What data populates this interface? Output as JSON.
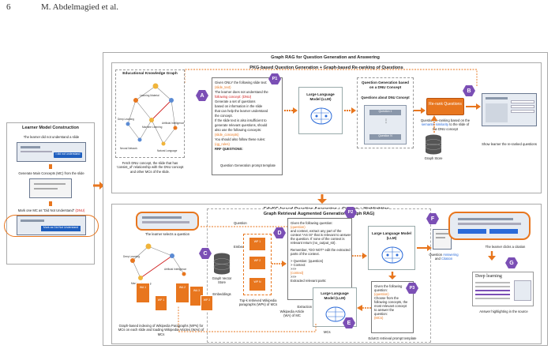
{
  "page_header": {
    "page_number": "6",
    "authors": "M. Abdelmagied et al."
  },
  "learner": {
    "title": "Learner Model Construction",
    "step1": "The learner did not understand a slide",
    "step2": "Generate Main Concepts (MC) from the slide",
    "step3": "Mark one MC as “Did Not Understand”",
    "step3_tag": "(DNU)"
  },
  "graphrag": {
    "title": "Graph RAG for Question Generation and Answering"
  },
  "pkg": {
    "title": "PKG-based Question Generation + Graph-based Re-ranking of Questions",
    "ekg_title": "Educational Knowledge Graph",
    "ekg_caption": "Fetch DNU concept, the slide that has ‘consist_of’ relationship with the DNU concept and other MCs of the slide.",
    "prompt_lines": [
      "Given ONLY the following slide text:",
      "(slide_text)",
      "The learner does not understand the",
      "following concept: (DNU)",
      "Generate a set of questions",
      "based on information in the slide",
      "that can help the learner understand",
      "the concept.",
      "If the slide text is also insufficient to",
      "generate relevant questions, should",
      "also use the following concepts:",
      "(slide_concepts)",
      "You should also follow these rules:",
      "(qg_rules)",
      "RRF QUESTIONS:"
    ],
    "prompt_caption": "Question Generation prompt template",
    "llm_label": "Large Language Model (LLM)",
    "qgen_title": "Question Generation based on a DNU Concept",
    "qabout": "Questions about DNU Concept",
    "q1": "Question 1",
    "qn": "Question N",
    "rerank": "Re-rank Questions",
    "rerank_caption_a": "Question re-ranking based on the",
    "rerank_caption_b": "semantic similarity",
    "rerank_caption_c": "to the slide of the DNU concept",
    "show": "Show learner the re-ranked questions",
    "graph_store": "Graph Store"
  },
  "eduqa": {
    "title": "EduKG-based Question Answering + Citation + Highlighting",
    "selects": "The learner selects a question",
    "rag_title": "Graph Retrieval Augmented Generation (Graph RAG)",
    "question": "Question",
    "embedding": "Embedding",
    "graph_vector_store": "Graph Vector Store",
    "embeddings": "Embeddings",
    "top_k": "Top-k retrieved Wikipedia paragraphs (WPs) of MCs",
    "wp1": "WP 1",
    "wp2": "WP 2",
    "wpn": "WP N",
    "qa_prompt_lines": [
      "Given the following question:",
      "(question)",
      "and context, extract any part of the",
      "context *AS IS* that is relevant to answer",
      "the question. If none of the context is",
      "relevant return {no_output_str}.",
      "",
      "Remember, *DO NOT* edit the extracted",
      "parts of the context.",
      "",
      "> Question: {question}",
      "> Context:",
      ">>>",
      "{context}",
      ">>>",
      "Extracted relevant parts:"
    ],
    "qa_caption": "Extraction QA prompt template",
    "llm_label": "Large Language Model (LLM)",
    "ans_prompt_lines": [
      "Given the following",
      "question:",
      "(question)",
      "Choose from the",
      "following concepts, the",
      "most relevant concept",
      "to answer the",
      "question:",
      "(MCs)"
    ],
    "ans_caption": "EduKG retrieval prompt template",
    "wa_label": "Wikipedia Article (WA) of MC",
    "mcs": "MCs",
    "graph_index": "Graph-based indexing of Wikipedia Paragraphs (WPs) for MCs on each slide and loading Wikipedia Articles (WAs) of MCs",
    "wa1": "WA 1",
    "wa2": "WA 2",
    "wa3": "WA 3",
    "wpa": "WP 1",
    "wpb": "WP 2",
    "citation_a": "Question",
    "citation_b": "Answering",
    "citation_c": "and",
    "citation_d": "Citation",
    "clicks": "The learner clicks a citation",
    "highlight": "Answer highlighting in the source",
    "dl_title": "Deep learning"
  },
  "hex_labels": [
    "A",
    "B",
    "C",
    "D",
    "E",
    "F",
    "G",
    "P1",
    "P2",
    "P3"
  ],
  "ekg_nodes": [
    "Learning Material",
    "Deep Learning",
    "Machine Learning",
    "Artificial Intelligence",
    "Natural Language Processing",
    "Neural Network"
  ],
  "colors": {
    "orange": "#e8761e",
    "purple": "#7b4fb5",
    "blue": "#2a6ad8",
    "red": "#d02020"
  }
}
